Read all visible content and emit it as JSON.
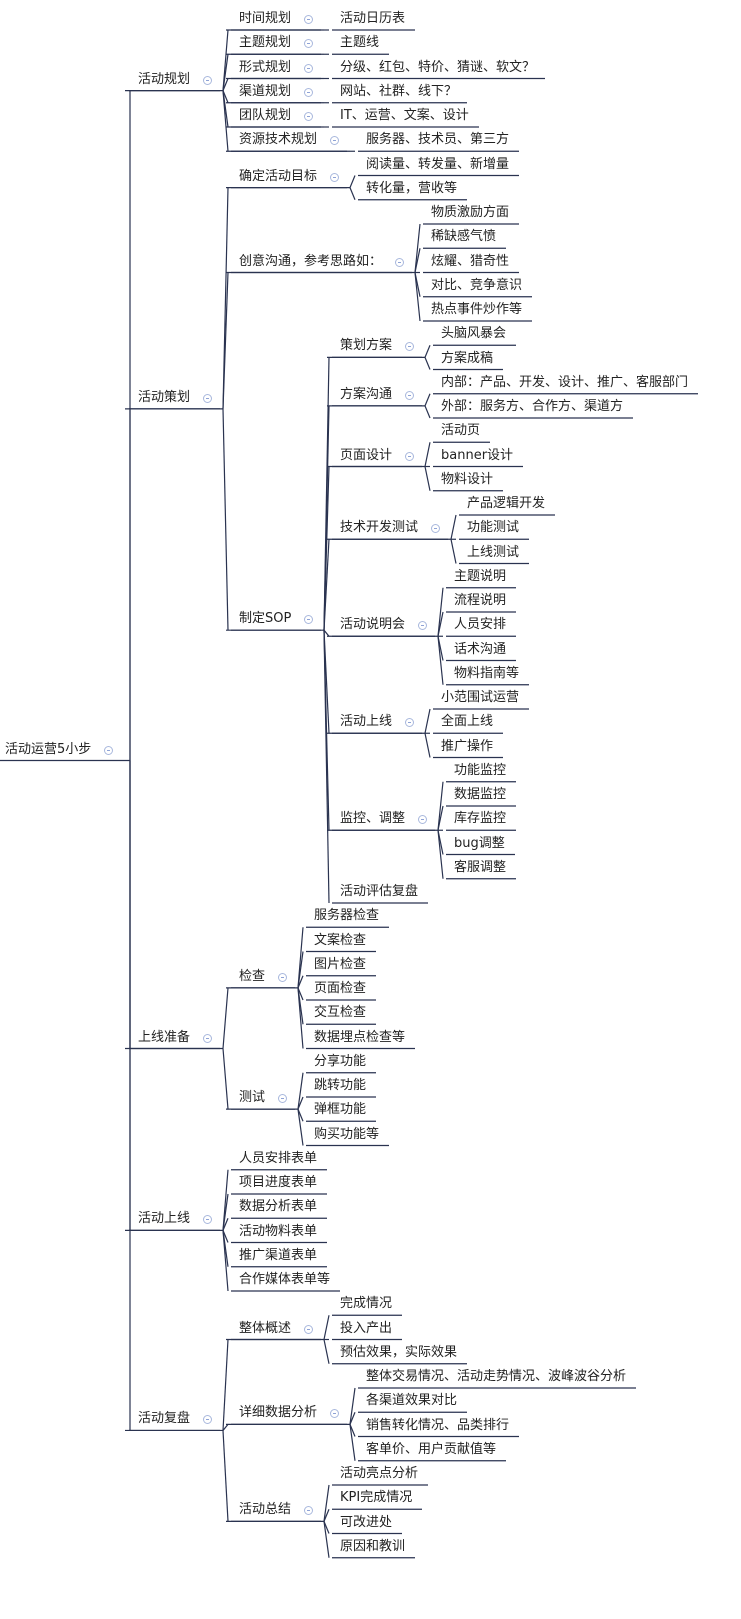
{
  "tree": {
    "label": "活动运营5小步",
    "children": [
      {
        "label": "活动规划",
        "children": [
          {
            "label": "时间规划",
            "children": [
              {
                "label": "活动日历表"
              }
            ]
          },
          {
            "label": "主题规划",
            "children": [
              {
                "label": "主题线"
              }
            ]
          },
          {
            "label": "形式规划",
            "children": [
              {
                "label": "分级、红包、特价、猜谜、软文？"
              }
            ]
          },
          {
            "label": "渠道规划",
            "children": [
              {
                "label": "网站、社群、线下？"
              }
            ]
          },
          {
            "label": "团队规划",
            "children": [
              {
                "label": "IT、运营、文案、设计"
              }
            ]
          },
          {
            "label": "资源技术规划",
            "children": [
              {
                "label": "服务器、技术员、第三方"
              }
            ]
          }
        ]
      },
      {
        "label": "活动策划",
        "children": [
          {
            "label": "确定活动目标",
            "children": [
              {
                "label": "阅读量、转发量、新增量"
              },
              {
                "label": "转化量，营收等"
              }
            ]
          },
          {
            "label": "创意沟通，参考思路如：",
            "children": [
              {
                "label": "物质激励方面"
              },
              {
                "label": "稀缺感气愤"
              },
              {
                "label": "炫耀、猎奇性"
              },
              {
                "label": "对比、竞争意识"
              },
              {
                "label": "热点事件炒作等"
              }
            ]
          },
          {
            "label": "制定SOP",
            "children": [
              {
                "label": "策划方案",
                "children": [
                  {
                    "label": "头脑风暴会"
                  },
                  {
                    "label": "方案成稿"
                  }
                ]
              },
              {
                "label": "方案沟通",
                "children": [
                  {
                    "label": "内部：产品、开发、设计、推广、客服部门"
                  },
                  {
                    "label": "外部：服务方、合作方、渠道方"
                  }
                ]
              },
              {
                "label": "页面设计",
                "children": [
                  {
                    "label": "活动页"
                  },
                  {
                    "label": "banner设计"
                  },
                  {
                    "label": "物料设计"
                  }
                ]
              },
              {
                "label": "技术开发测试",
                "children": [
                  {
                    "label": "产品逻辑开发"
                  },
                  {
                    "label": "功能测试"
                  },
                  {
                    "label": "上线测试"
                  }
                ]
              },
              {
                "label": "活动说明会",
                "children": [
                  {
                    "label": "主题说明"
                  },
                  {
                    "label": "流程说明"
                  },
                  {
                    "label": "人员安排"
                  },
                  {
                    "label": "话术沟通"
                  },
                  {
                    "label": "物料指南等"
                  }
                ]
              },
              {
                "label": "活动上线",
                "children": [
                  {
                    "label": "小范围试运营"
                  },
                  {
                    "label": "全面上线"
                  },
                  {
                    "label": "推广操作"
                  }
                ]
              },
              {
                "label": "监控、调整",
                "children": [
                  {
                    "label": "功能监控"
                  },
                  {
                    "label": "数据监控"
                  },
                  {
                    "label": "库存监控"
                  },
                  {
                    "label": "bug调整"
                  },
                  {
                    "label": "客服调整"
                  }
                ]
              },
              {
                "label": "活动评估复盘"
              }
            ]
          }
        ]
      },
      {
        "label": "上线准备",
        "children": [
          {
            "label": "检查",
            "children": [
              {
                "label": "服务器检查"
              },
              {
                "label": "文案检查"
              },
              {
                "label": "图片检查"
              },
              {
                "label": "页面检查"
              },
              {
                "label": "交互检查"
              },
              {
                "label": "数据埋点检查等"
              }
            ]
          },
          {
            "label": "测试",
            "children": [
              {
                "label": "分享功能"
              },
              {
                "label": "跳转功能"
              },
              {
                "label": "弹框功能"
              },
              {
                "label": "购买功能等"
              }
            ]
          }
        ]
      },
      {
        "label": "活动上线",
        "children": [
          {
            "label": "人员安排表单"
          },
          {
            "label": "项目进度表单"
          },
          {
            "label": "数据分析表单"
          },
          {
            "label": "活动物料表单"
          },
          {
            "label": "推广渠道表单"
          },
          {
            "label": "合作媒体表单等"
          }
        ]
      },
      {
        "label": "活动复盘",
        "children": [
          {
            "label": "整体概述",
            "children": [
              {
                "label": "完成情况"
              },
              {
                "label": "投入产出"
              },
              {
                "label": "预估效果，实际效果"
              }
            ]
          },
          {
            "label": "详细数据分析",
            "children": [
              {
                "label": "整体交易情况、活动走势情况、波峰波谷分析"
              },
              {
                "label": "各渠道效果对比"
              },
              {
                "label": "销售转化情况、品类排行"
              },
              {
                "label": "客单价、用户贡献值等"
              }
            ]
          },
          {
            "label": "活动总结",
            "children": [
              {
                "label": "活动亮点分析"
              },
              {
                "label": "KPI完成情况"
              },
              {
                "label": "可改进处"
              },
              {
                "label": "原因和教训"
              }
            ]
          }
        ]
      }
    ]
  },
  "colors": {
    "line": "#2a3350",
    "toggle": "#8fa3d6"
  }
}
